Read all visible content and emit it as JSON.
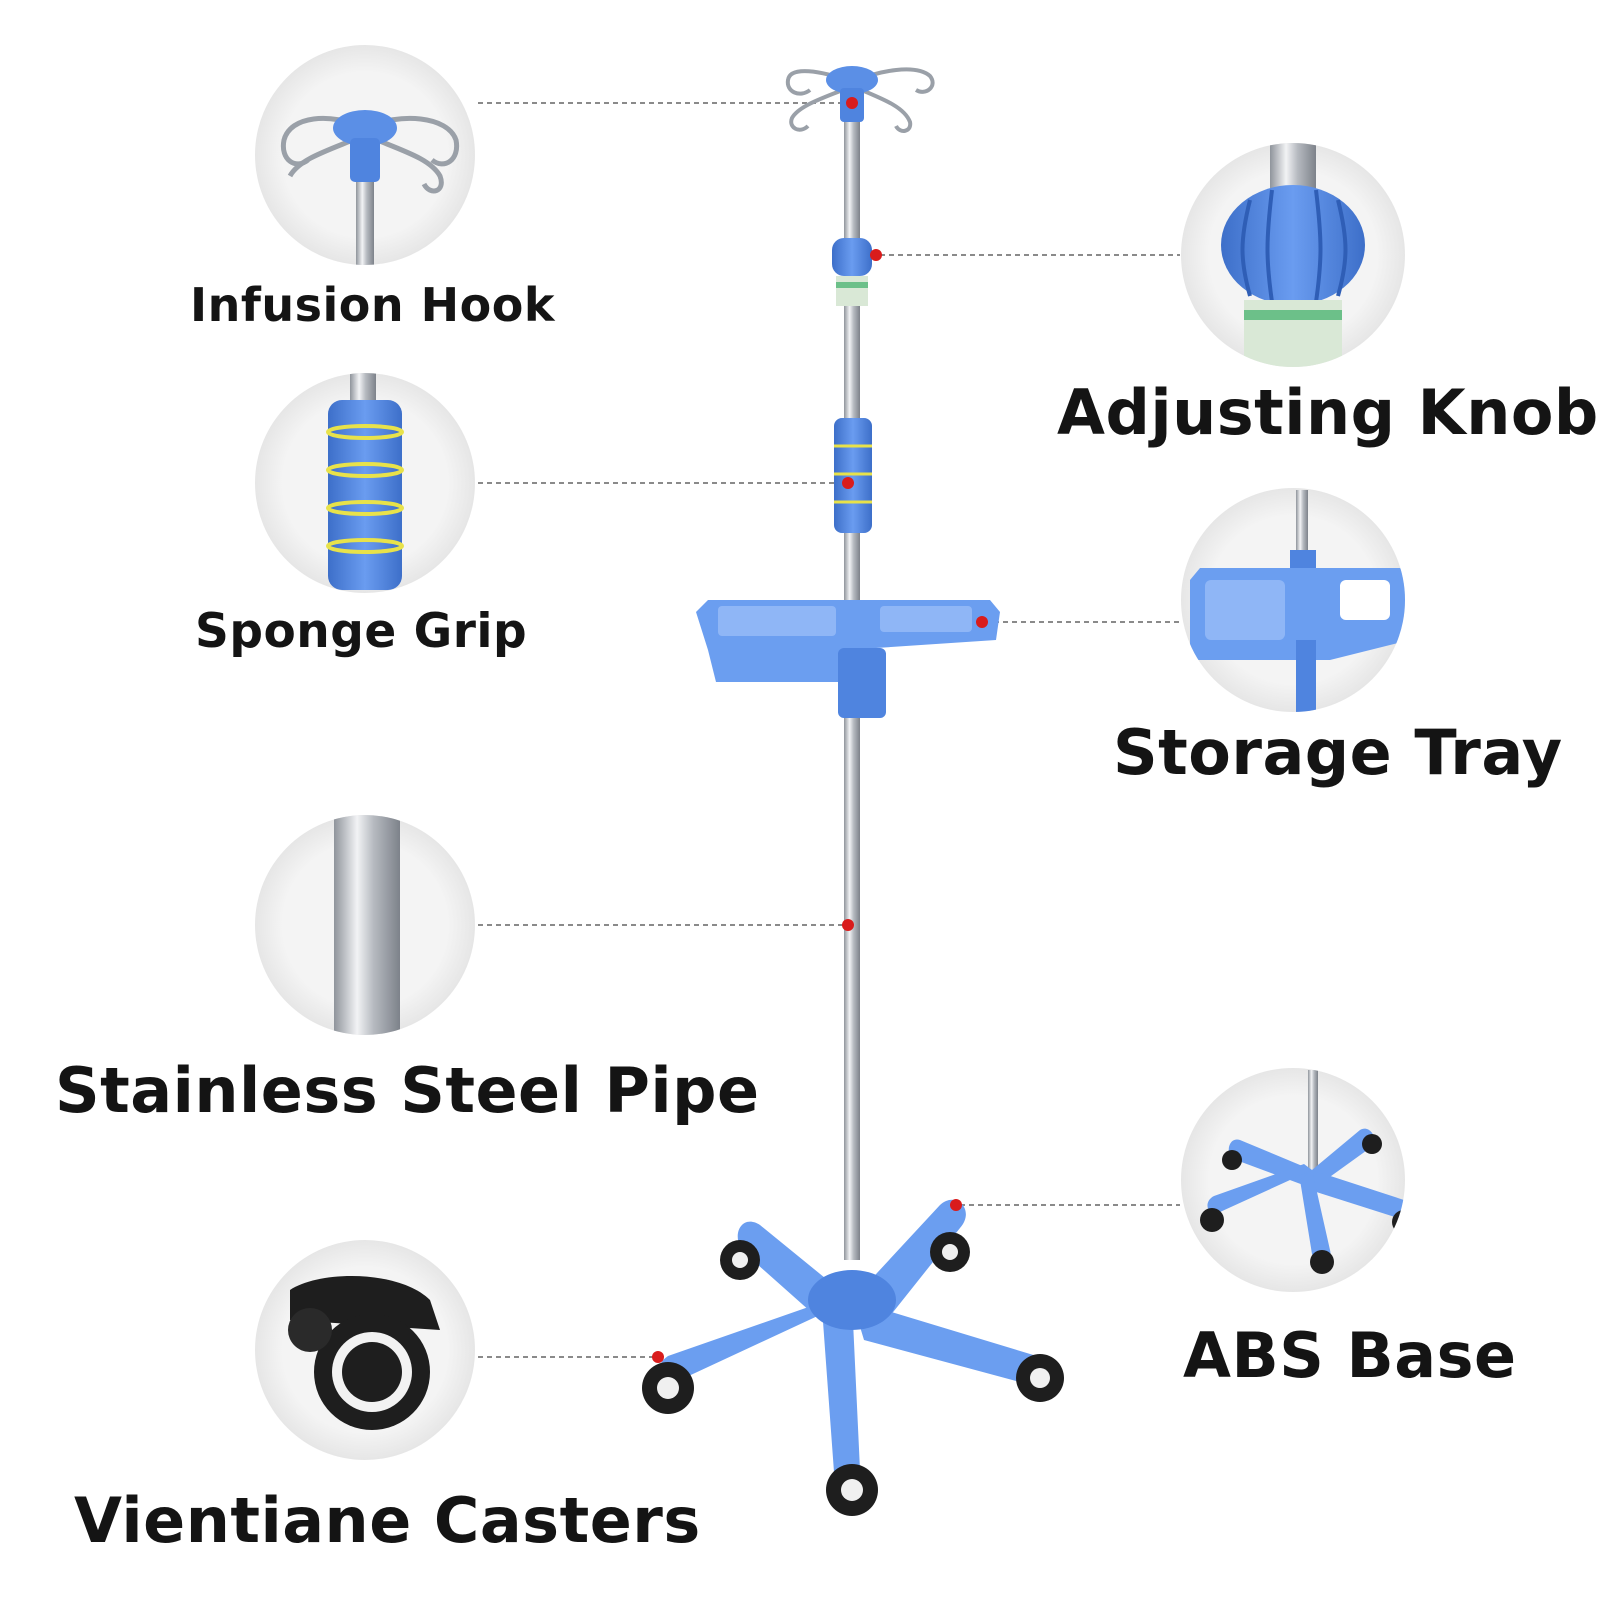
{
  "labels": {
    "infusion_hook": "Infusion Hook",
    "adjusting_knob": "Adjusting Knob",
    "sponge_grip": "Sponge Grip",
    "storage_tray": "Storage Tray",
    "stainless_steel_pipe": "Stainless Steel Pipe",
    "abs_base": "ABS Base",
    "vientiane_casters": "Vientiane Casters"
  },
  "colors": {
    "plastic_blue": "#5b8fe6",
    "plastic_blue_dark": "#3d6fc9",
    "steel": "#c9ccd1",
    "grip_stripe": "#e8e24a",
    "marker_red": "#d91c1c",
    "leader_line": "#8a8a8a",
    "label_text": "#141414",
    "wheel_black": "#1e1e1e"
  }
}
